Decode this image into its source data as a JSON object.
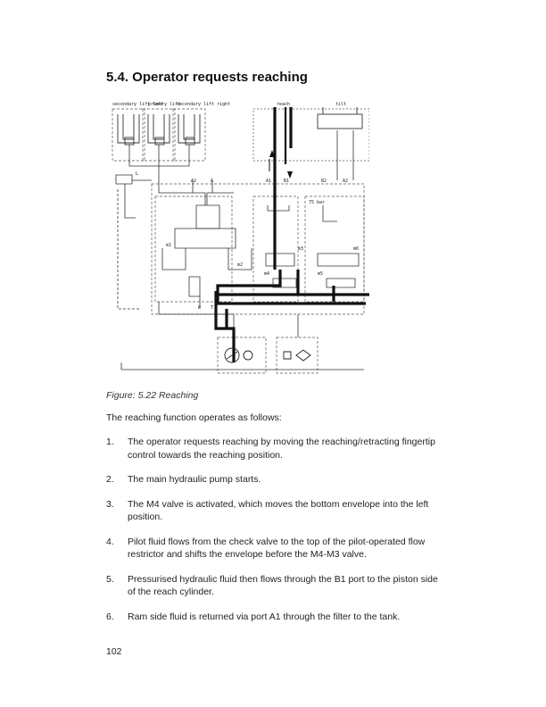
{
  "section": {
    "title": "5.4. Operator requests reaching"
  },
  "figure": {
    "caption": "Figure: 5.22 Reaching",
    "labels": {
      "secondary_lift_left": "secondary lift left",
      "primary_lift": "primary lift",
      "secondary_lift_right": "secondary lift right",
      "reach": "reach",
      "tilt": "tilt",
      "port_a2": "A2",
      "port_a": "A",
      "port_a1": "A1",
      "port_b1": "B1",
      "port_b2": "B2",
      "port_a2_right": "A2",
      "pressure": "75 bar",
      "valve_m1": "m1",
      "valve_m2": "m2",
      "valve_m3": "m3",
      "valve_m4": "m4",
      "valve_m5": "m5",
      "valve_m6": "m6",
      "port_p": "P",
      "port_t": "T",
      "port_l": "L"
    }
  },
  "body": {
    "intro": "The reaching function operates as follows:",
    "steps": [
      {
        "num": "1.",
        "text": "The operator requests reaching by moving the reaching/retracting fingertip control towards the reaching position."
      },
      {
        "num": "2.",
        "text": "The main hydraulic pump starts."
      },
      {
        "num": "3.",
        "text": "The M4 valve is activated, which moves the bottom envelope into the left position."
      },
      {
        "num": "4.",
        "text": "Pilot fluid flows from the check valve to the top of the pilot-operated flow restrictor and shifts the envelope before the M4-M3 valve."
      },
      {
        "num": "5.",
        "text": "Pressurised hydraulic fluid then flows through the B1 port to the piston side of the reach cylinder."
      },
      {
        "num": "6.",
        "text": "Ram side fluid is returned via port A1 through the filter to the tank."
      }
    ]
  },
  "footer": {
    "page_number": "102"
  }
}
